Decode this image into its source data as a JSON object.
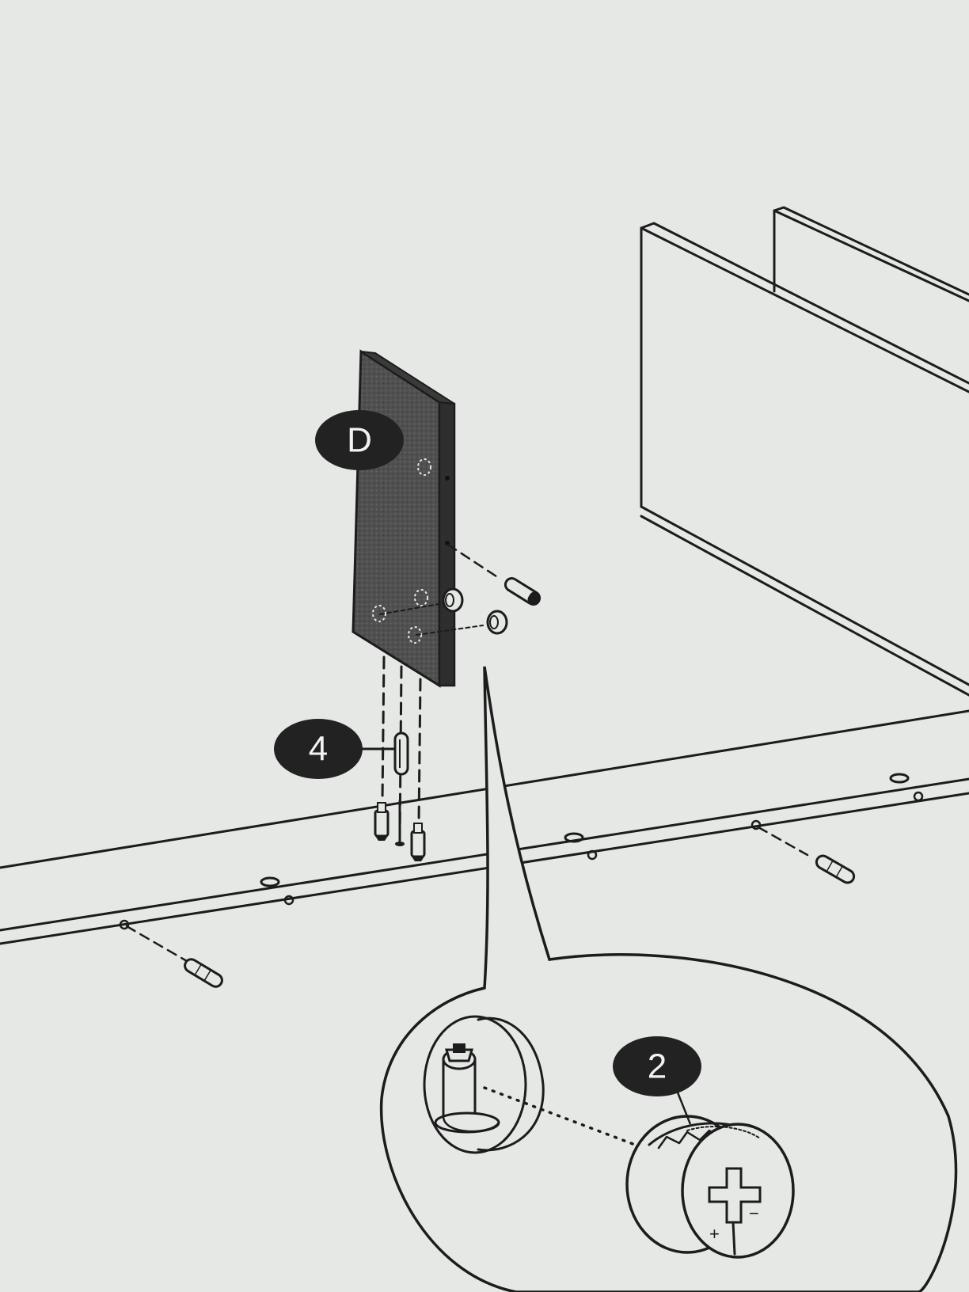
{
  "colors": {
    "paper": "#e6e8e6",
    "ink": "#1c1c1c",
    "panel_fill": "#505050",
    "callout_fill": "#222222",
    "callout_text": "#f2f2f2"
  },
  "callouts": {
    "panel_label": "D",
    "dowel_part": "4",
    "cam_lock_part": "2"
  },
  "icons": [
    "cam-lock-detail-icon",
    "screw-head-cross-icon",
    "dowel-icon",
    "cam-bolt-icon"
  ]
}
